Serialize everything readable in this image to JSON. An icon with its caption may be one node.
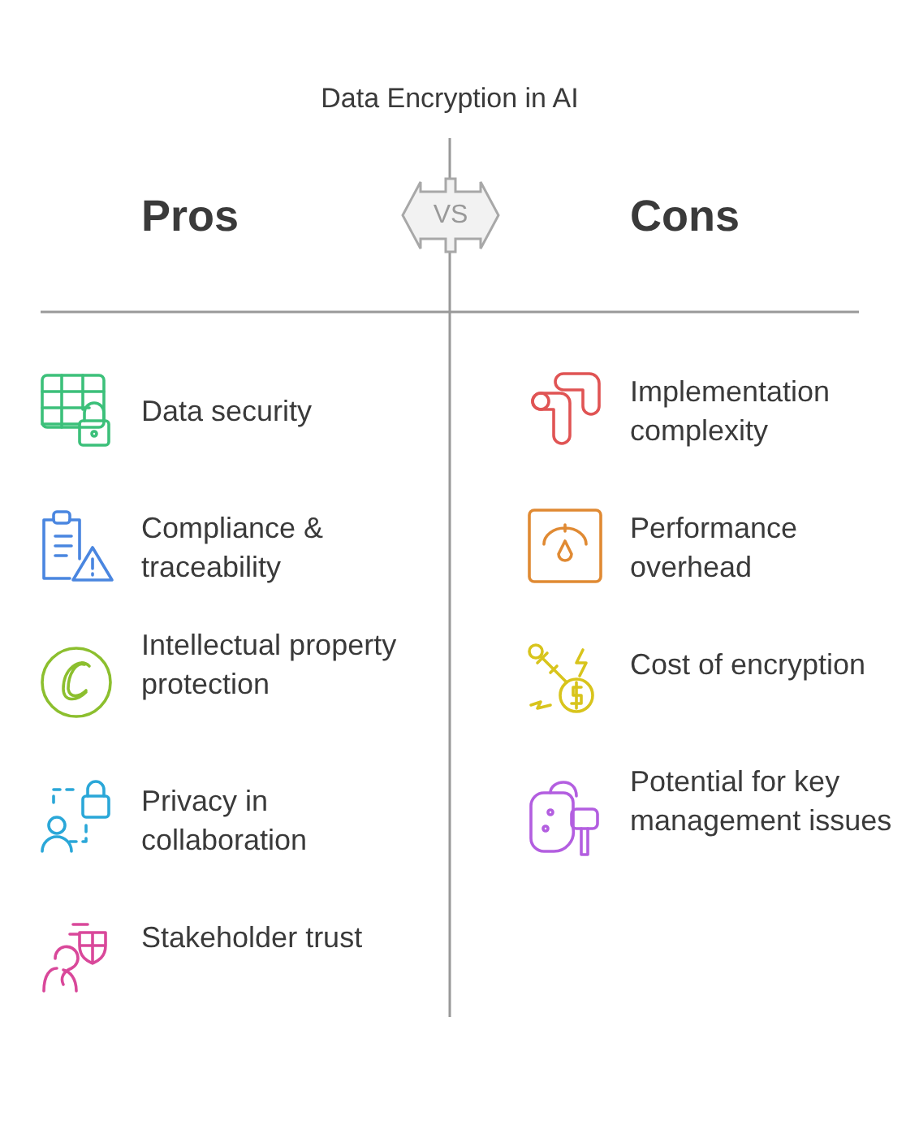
{
  "diagram": {
    "title": "Data Encryption in AI",
    "nodes": [
      {
        "text": [
          "VS"
        ]
      }
    ],
    "labels": [
      "Pros",
      "Cons",
      "Data security",
      "Implementation complexity",
      "Compliance & traceability",
      "Performance overhead",
      "Intellectual property protection",
      "Cost of encryption",
      "Privacy in collaboration",
      "Potential for key management issues",
      "Stakeholder trust"
    ]
  }
}
